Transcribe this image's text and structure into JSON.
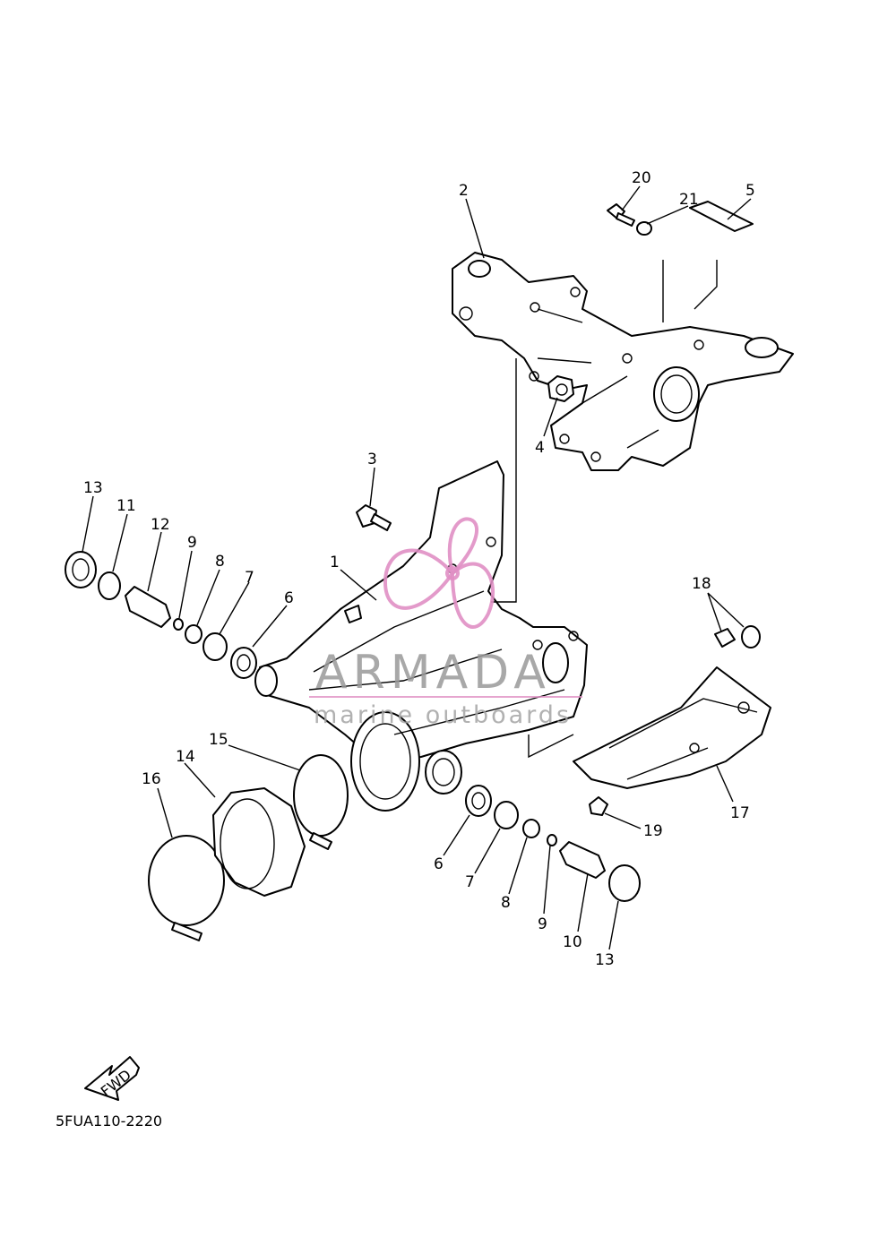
{
  "diagram": {
    "callouts": [
      "1",
      "2",
      "3",
      "4",
      "5",
      "6",
      "7",
      "8",
      "9",
      "10",
      "11",
      "12",
      "13",
      "14",
      "15",
      "16",
      "17",
      "18",
      "19",
      "20",
      "21"
    ],
    "duplicate_callouts": [
      "6",
      "7",
      "8",
      "9",
      "13"
    ],
    "fwd_label": "FWD",
    "figure_code": "5FUA110-2220"
  },
  "watermark": {
    "brand": "ARMADA",
    "tagline": "marine outboards",
    "color": "#e08fc4"
  }
}
